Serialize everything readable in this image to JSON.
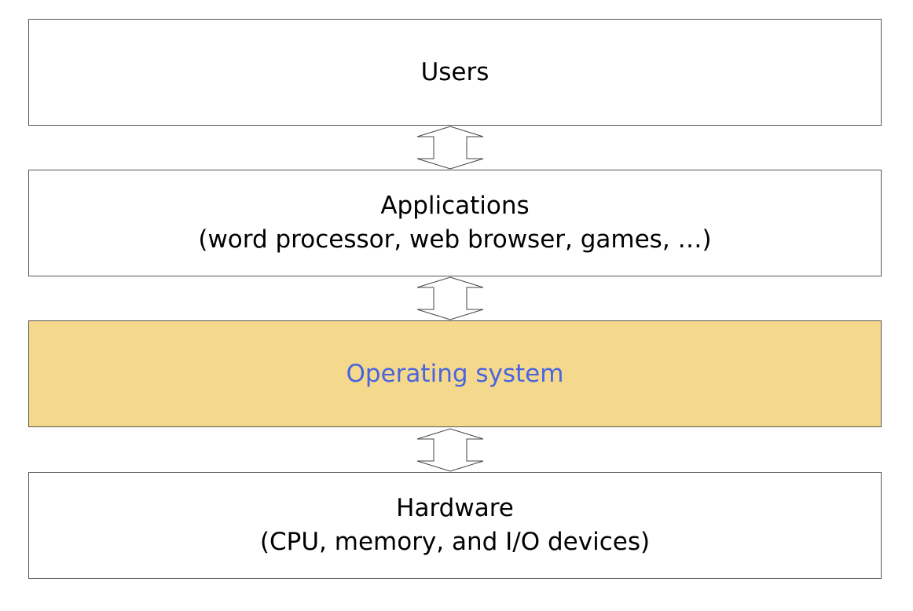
{
  "layers": {
    "users": {
      "title": "Users"
    },
    "applications": {
      "title": "Applications",
      "detail": "(word processor, web browser, games, …)"
    },
    "operating_system": {
      "title": "Operating system"
    },
    "hardware": {
      "title": "Hardware",
      "detail": "(CPU, memory, and I/O devices)"
    }
  },
  "colors": {
    "os_fill": "#f4d98c",
    "os_text": "#4a64e0",
    "border": "#555555"
  }
}
